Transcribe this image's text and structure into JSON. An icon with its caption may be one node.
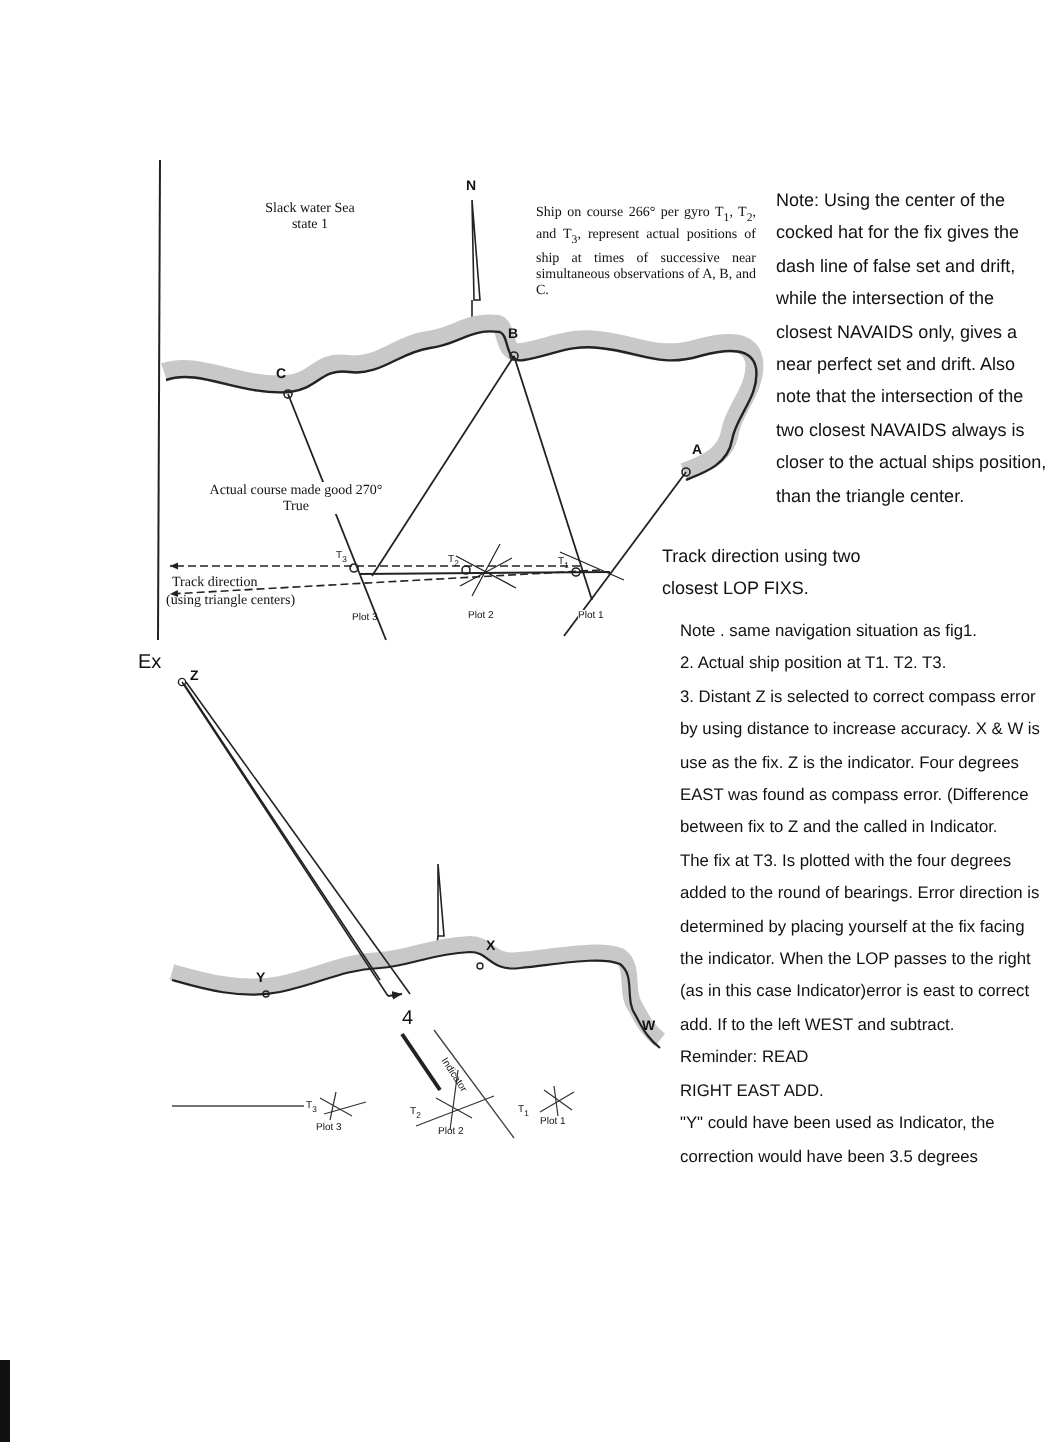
{
  "diagram": {
    "labels": [
      "N",
      "Slack water Sea state 1",
      "Ship on course 266° per gyro T$_{1}$, T$_{2}$, and T$_{3}$, represent actual positions of ship at times of successive near simultaneous observations of A, B, and C.",
      "Note: Using the center of the cocked hat  for the fix gives the dash line of false set and drift, while the intersection of the closest NAVAIDS only, gives a near perfect set and drift. Also note that the intersection of the two closest NAVAIDS always is closer to the actual ships position, than the triangle center.",
      "B",
      "C",
      "A",
      "Actual course made good 270° True",
      "T$_{3}$",
      "T$_{2}$",
      "T$_{1}$",
      "Track direction",
      "(using triangle centers)",
      "Plot 3",
      "Plot 2",
      "Plot 1",
      "Track direction using two closest LOP FIXS.",
      "Ex",
      "Z",
      "Note . same navigation situation as fig1.",
      "2. Actual ship position at T1. T2. T3.",
      "3. Distant Z is selected to correct compass error by using distance to increase accuracy. X & W is use as the fix. Z is the indicator. Four degrees EAST was found as compass error. (Difference between fix to Z and the called in Indicator.",
      "The fix at T3. Is plotted with the four degrees added to the round of bearings. Error direction is determined by placing yourself at the fix facing the indicator. When the LOP passes to the right (as in this case Indicator)error is east to correct add. If to the left WEST and subtract.",
      "Reminder: READ",
      "RIGHT EAST ADD.",
      "\"Y\" could have been used as Indicator, the correction would have been 3.5 degrees",
      "X",
      "Y",
      "W",
      "4",
      "Indicator",
      "T$_{3}$",
      "Plot 3",
      "T$_{2}$",
      "Plot 2",
      "T$_{1}$",
      "Plot 1"
    ]
  }
}
